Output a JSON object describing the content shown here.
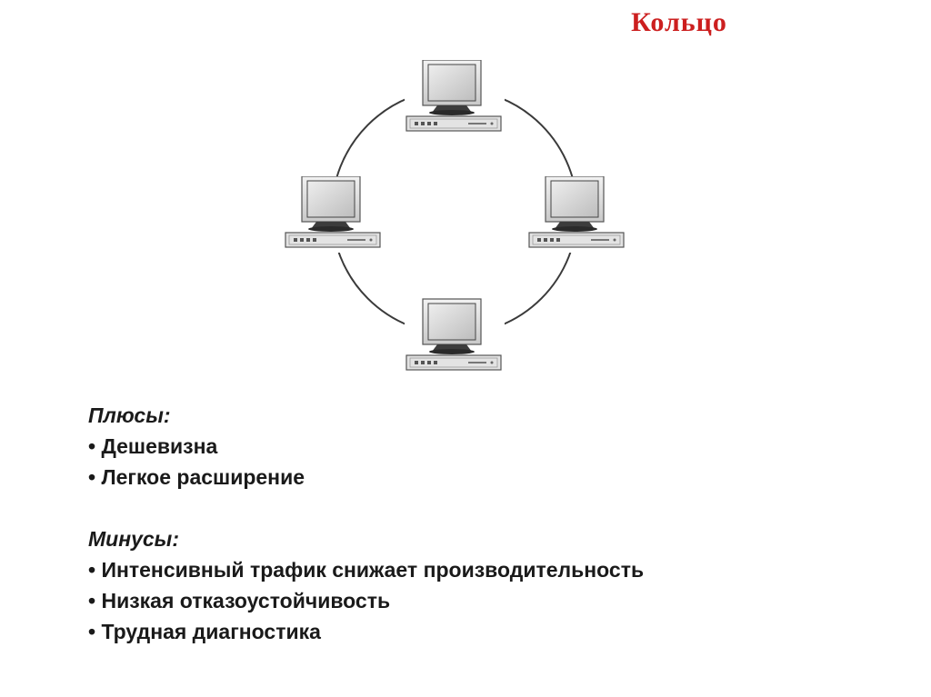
{
  "title": "Кольцо",
  "colors": {
    "title": "#cc1f1f",
    "ring": "#3a3a3a",
    "text": "#1a1a1a"
  },
  "nodes": [
    {
      "name": "computer-top",
      "icon": "desktop-computer-icon"
    },
    {
      "name": "computer-left",
      "icon": "desktop-computer-icon"
    },
    {
      "name": "computer-right",
      "icon": "desktop-computer-icon"
    },
    {
      "name": "computer-bottom",
      "icon": "desktop-computer-icon"
    }
  ],
  "pros": {
    "heading": "Плюсы:",
    "items": [
      "Дешевизна",
      "Легкое расширение"
    ]
  },
  "cons": {
    "heading": "Минусы:",
    "items": [
      "Интенсивный трафик снижает производительность",
      "Низкая отказоустойчивость",
      "Трудная диагностика"
    ]
  }
}
